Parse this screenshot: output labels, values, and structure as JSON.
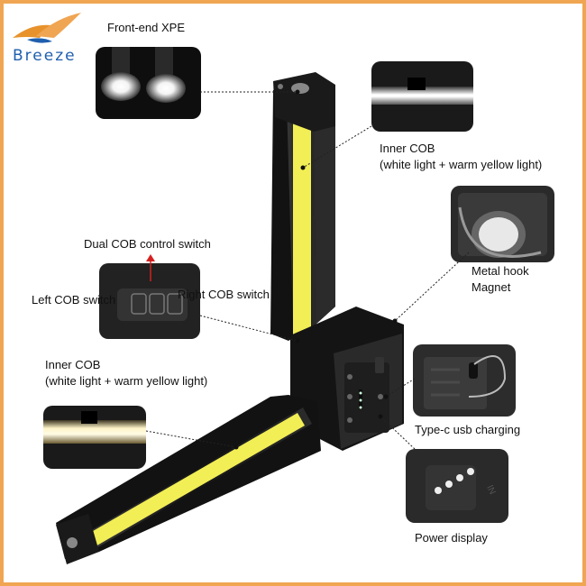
{
  "brand": {
    "name": "Breeze",
    "accent": "#1f5fae",
    "border": "#f0a552"
  },
  "callouts": {
    "front_xpe": "Front-end XPE",
    "inner_cob_top_1": "Inner COB",
    "inner_cob_top_2": "(white light + warm yellow light)",
    "dual_switch": "Dual COB control switch",
    "left_switch": "Left COB switch",
    "right_switch": "Right COB switch",
    "metal_hook_1": "Metal hook",
    "metal_hook_2": "Magnet",
    "inner_cob_left_1": "Inner COB",
    "inner_cob_left_2": "(white light + warm yellow light)",
    "typec": "Type-c usb charging",
    "power_display": "Power display"
  },
  "colors": {
    "cob_yellow": "#f2ee55",
    "body_black": "#1c1c1c",
    "leader_line": "#222222",
    "arrow_red": "#d42020"
  }
}
